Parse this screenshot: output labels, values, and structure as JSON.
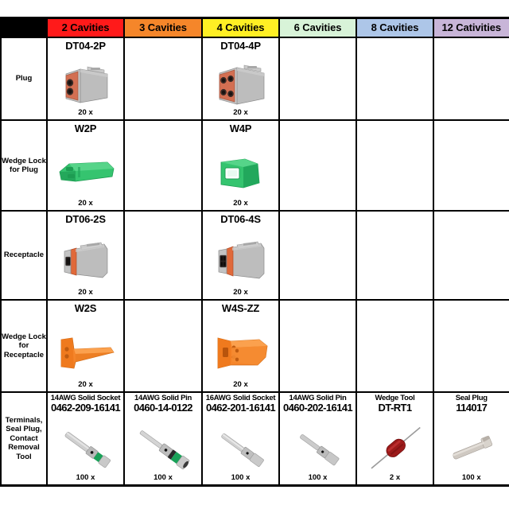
{
  "header": {
    "corner_label": "",
    "columns": [
      {
        "label": "2 Cavities",
        "color": "#ff1a1a"
      },
      {
        "label": "3 Cavities",
        "color": "#f5862a"
      },
      {
        "label": "4 Cavities",
        "color": "#ffef24"
      },
      {
        "label": "6 Cavities",
        "color": "#d8f3d8"
      },
      {
        "label": "8 Cavities",
        "color": "#adc6e8"
      },
      {
        "label": "12 Cativities",
        "color": "#c8b5d8"
      }
    ]
  },
  "rows": [
    {
      "label": "Plug",
      "cells": [
        {
          "name": "DT04-2P",
          "qty": "20 x",
          "art": "plug2"
        },
        {
          "name": "",
          "qty": "",
          "art": ""
        },
        {
          "name": "DT04-4P",
          "qty": "20 x",
          "art": "plug4"
        },
        {
          "name": "",
          "qty": "",
          "art": ""
        },
        {
          "name": "",
          "qty": "",
          "art": ""
        },
        {
          "name": "",
          "qty": "",
          "art": ""
        }
      ]
    },
    {
      "label": "Wedge Lock for Plug",
      "cells": [
        {
          "name": "W2P",
          "qty": "20 x",
          "art": "wedge2p"
        },
        {
          "name": "",
          "qty": "",
          "art": ""
        },
        {
          "name": "W4P",
          "qty": "20 x",
          "art": "wedge4p"
        },
        {
          "name": "",
          "qty": "",
          "art": ""
        },
        {
          "name": "",
          "qty": "",
          "art": ""
        },
        {
          "name": "",
          "qty": "",
          "art": ""
        }
      ]
    },
    {
      "label": "Receptacle",
      "cells": [
        {
          "name": "DT06-2S",
          "qty": "20 x",
          "art": "rec2"
        },
        {
          "name": "",
          "qty": "",
          "art": ""
        },
        {
          "name": "DT06-4S",
          "qty": "20 x",
          "art": "rec4"
        },
        {
          "name": "",
          "qty": "",
          "art": ""
        },
        {
          "name": "",
          "qty": "",
          "art": ""
        },
        {
          "name": "",
          "qty": "",
          "art": ""
        }
      ]
    },
    {
      "label": "Wedge Lock for Receptacle",
      "cells": [
        {
          "name": "W2S",
          "qty": "20 x",
          "art": "wedge2s"
        },
        {
          "name": "",
          "qty": "",
          "art": ""
        },
        {
          "name": "W4S-ZZ",
          "qty": "20 x",
          "art": "wedge4s"
        },
        {
          "name": "",
          "qty": "",
          "art": ""
        },
        {
          "name": "",
          "qty": "",
          "art": ""
        },
        {
          "name": "",
          "qty": "",
          "art": ""
        }
      ]
    },
    {
      "label": "Terminals, Seal Plug, Contact Removal Tool",
      "cells": [
        {
          "desc": "14AWG Solid Socket",
          "number": "0462-209-16141",
          "qty": "100 x",
          "art": "socket-green"
        },
        {
          "desc": "14AWG Solid Pin",
          "number": "0460-14-0122",
          "qty": "100 x",
          "art": "pin-green"
        },
        {
          "desc": "16AWG Solid Socket",
          "number": "0462-201-16141",
          "qty": "100 x",
          "art": "socket-plain"
        },
        {
          "desc": "14AWG Solid Pin",
          "number": "0460-202-16141",
          "qty": "100 x",
          "art": "pin-plain"
        },
        {
          "desc": "Wedge Tool",
          "number": "DT-RT1",
          "qty": "2 x",
          "art": "wedge-tool"
        },
        {
          "desc": "Seal Plug",
          "number": "114017",
          "qty": "100 x",
          "art": "seal-plug"
        }
      ]
    }
  ],
  "colors": {
    "grid": "#000000",
    "connector_gray": "#b8b8b8",
    "connector_face_orange": "#d96f52",
    "wedge_green": "#2fc46a",
    "wedge_orange": "#f5852a",
    "terminal_silver": "#c3c3c3",
    "terminal_green_band": "#1f9e52",
    "tool_red": "#9e1a1a"
  }
}
